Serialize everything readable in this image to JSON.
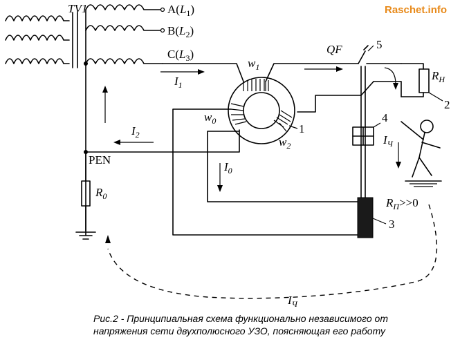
{
  "brand": "Raschet.info",
  "labels": {
    "tv1": "TV1",
    "phase_a": "A",
    "phase_a_sub": "L",
    "phase_a_idx": "1",
    "phase_b": "B",
    "phase_b_sub": "L",
    "phase_b_idx": "2",
    "phase_c": "C",
    "phase_c_sub": "L",
    "phase_c_idx": "3",
    "pen": "PEN",
    "r0": "R",
    "r0_idx": "0",
    "qf": "QF",
    "n5": "5",
    "rn": "R",
    "rn_idx": "Н",
    "n2": "2",
    "n4": "4",
    "n1": "1",
    "n3": "3",
    "w1": "w",
    "w1_idx": "1",
    "w0": "w",
    "w0_idx": "0",
    "w2": "w",
    "w2_idx": "2",
    "i1": "I",
    "i1_idx": "1",
    "i2": "I",
    "i2_idx": "2",
    "i0": "I",
    "i0_idx": "0",
    "ich_right": "I",
    "ich_right_idx": "Ч",
    "ich_bottom": "I",
    "ich_bottom_idx": "Ч",
    "rp": "R",
    "rp_idx": "П",
    "rp_tail": ">>0"
  },
  "caption": {
    "line1": "Рис.2 - Принципиальная схема функционально независимого от",
    "line2": "напряжения сети двухполюсного УЗО, поясняющая его работу"
  }
}
